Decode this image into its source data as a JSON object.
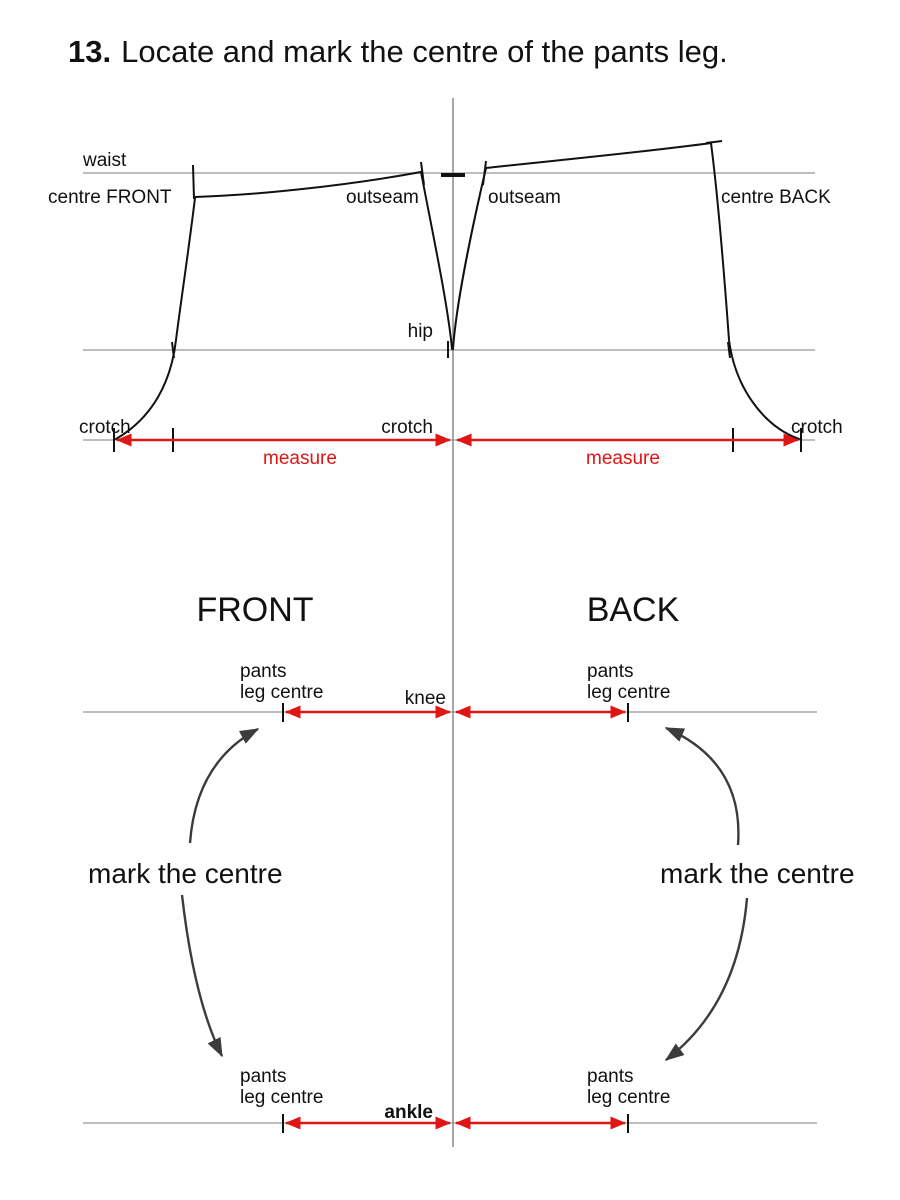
{
  "title": {
    "number": "13.",
    "text": "Locate and mark the centre of the pants leg."
  },
  "colors": {
    "red": "#e01515",
    "line_gray": "#a9a9a9",
    "centre_gray": "#8f8f8f",
    "black": "#111111",
    "arrow_dark": "#3c3c3c"
  },
  "labels": {
    "waist": "waist",
    "centre_front": "centre FRONT",
    "outseam": "outseam",
    "centre_back": "centre BACK",
    "hip": "hip",
    "crotch": "crotch",
    "measure": "measure",
    "front": "FRONT",
    "back": "BACK",
    "knee": "knee",
    "ankle": "ankle",
    "pants": "pants",
    "leg_centre": "leg centre",
    "mark_the_centre": "mark the centre"
  }
}
